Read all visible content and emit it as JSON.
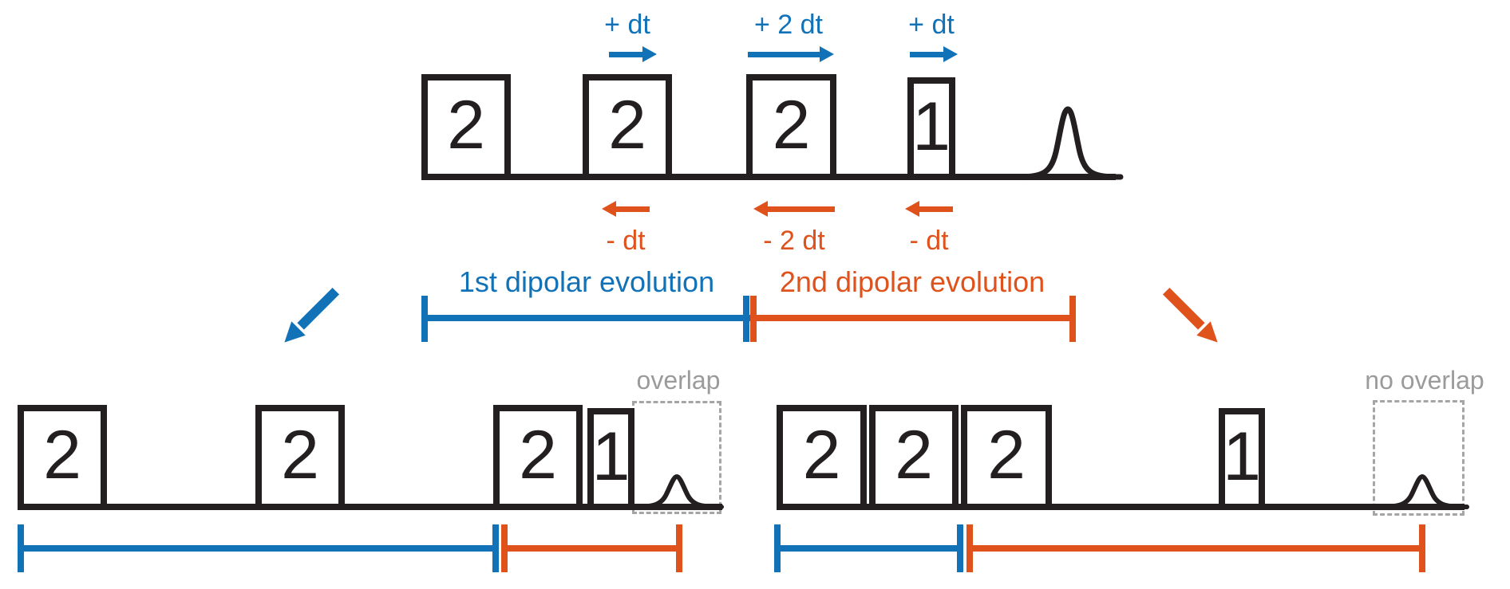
{
  "colors": {
    "blue": "#1272b8",
    "orange": "#e0521c",
    "black": "#231f20",
    "gray": "#9b9b9b",
    "background": "#ffffff"
  },
  "top_sequence": {
    "pulses": [
      {
        "label": "2"
      },
      {
        "label": "2"
      },
      {
        "label": "2"
      },
      {
        "label": "1"
      }
    ],
    "forward_shifts": [
      {
        "label": "+ dt"
      },
      {
        "label": "+ 2 dt"
      },
      {
        "label": "+ dt"
      }
    ],
    "backward_shifts": [
      {
        "label": "- dt"
      },
      {
        "label": "- 2 dt"
      },
      {
        "label": "- dt"
      }
    ]
  },
  "evolution_brackets": {
    "first_label": "1st dipolar evolution",
    "second_label": "2nd dipolar evolution"
  },
  "bottom_left_sequence": {
    "pulses": [
      {
        "label": "2"
      },
      {
        "label": "2"
      },
      {
        "label": "2"
      },
      {
        "label": "1"
      }
    ],
    "annotation": "overlap"
  },
  "bottom_right_sequence": {
    "pulses": [
      {
        "label": "2"
      },
      {
        "label": "2"
      },
      {
        "label": "2"
      },
      {
        "label": "1"
      }
    ],
    "annotation": "no overlap"
  }
}
